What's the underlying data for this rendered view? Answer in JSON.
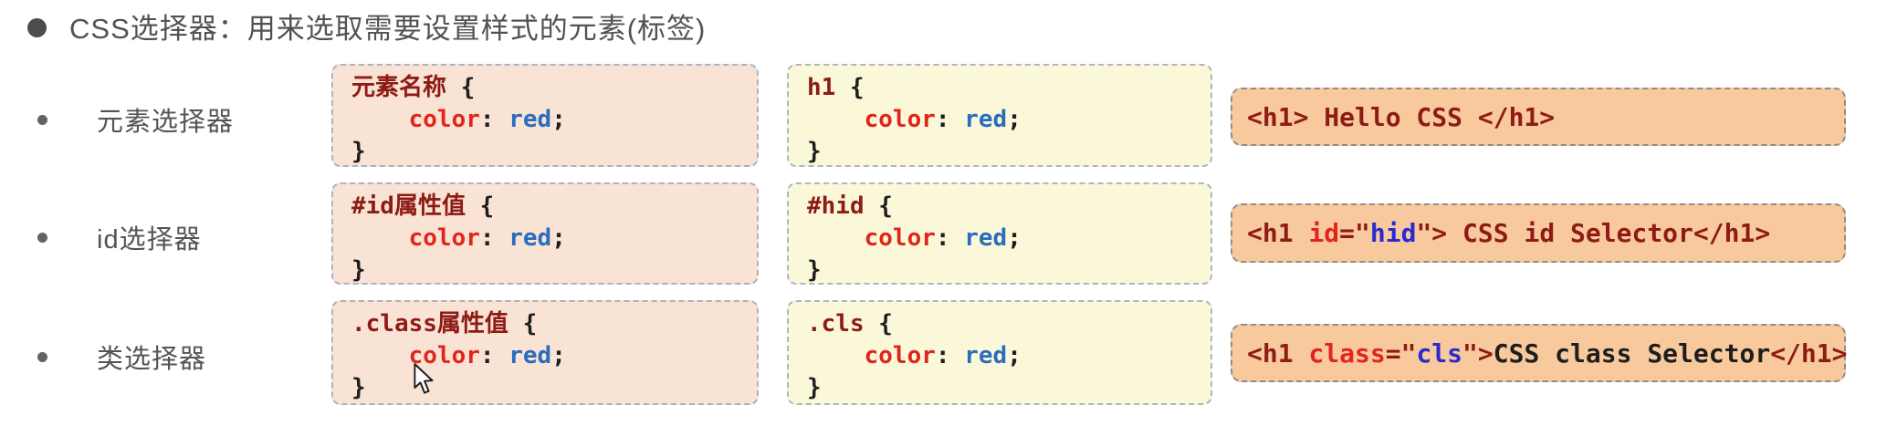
{
  "title": {
    "text": "CSS选择器：用来选取需要设置样式的元素(标签)"
  },
  "code_common": {
    "open": " {",
    "indent": "    ",
    "property": "color",
    "colon": ": ",
    "value": "red",
    "semicolon": ";",
    "close": "}"
  },
  "rows": [
    {
      "label": "元素选择器",
      "syntax_selector": "元素名称",
      "example_selector": "h1",
      "html": {
        "t1": "<h1> Hello CSS </h1>"
      }
    },
    {
      "label": "id选择器",
      "syntax_selector": "#id属性值",
      "example_selector": "#hid",
      "html": {
        "pre": "<h1 ",
        "attr": "id",
        "eq": "=\"",
        "val": "hid",
        "post": "\"> CSS id Selector</h1>"
      }
    },
    {
      "label": "类选择器",
      "syntax_selector": ".class属性值",
      "example_selector": ".cls",
      "html": {
        "pre": "<h1 ",
        "attr": "class",
        "eq": "=\"",
        "val": "cls",
        "mid": "\">",
        "text": "CSS class Selector",
        "post": "</h1>"
      }
    }
  ],
  "colors": {
    "title_gray": "#525254",
    "label_gray": "#545456",
    "maroon": "#8e1b15",
    "bright_red": "#e2251c",
    "css_value_blue": "#2a6cbe",
    "attr_value_blue": "#2a2ad0",
    "code_black": "#1e1e1e",
    "syntax_box_bg": "#f9e3d5",
    "example_box_bg": "#fbf8da",
    "html_box_bg": "#f8c99c"
  }
}
